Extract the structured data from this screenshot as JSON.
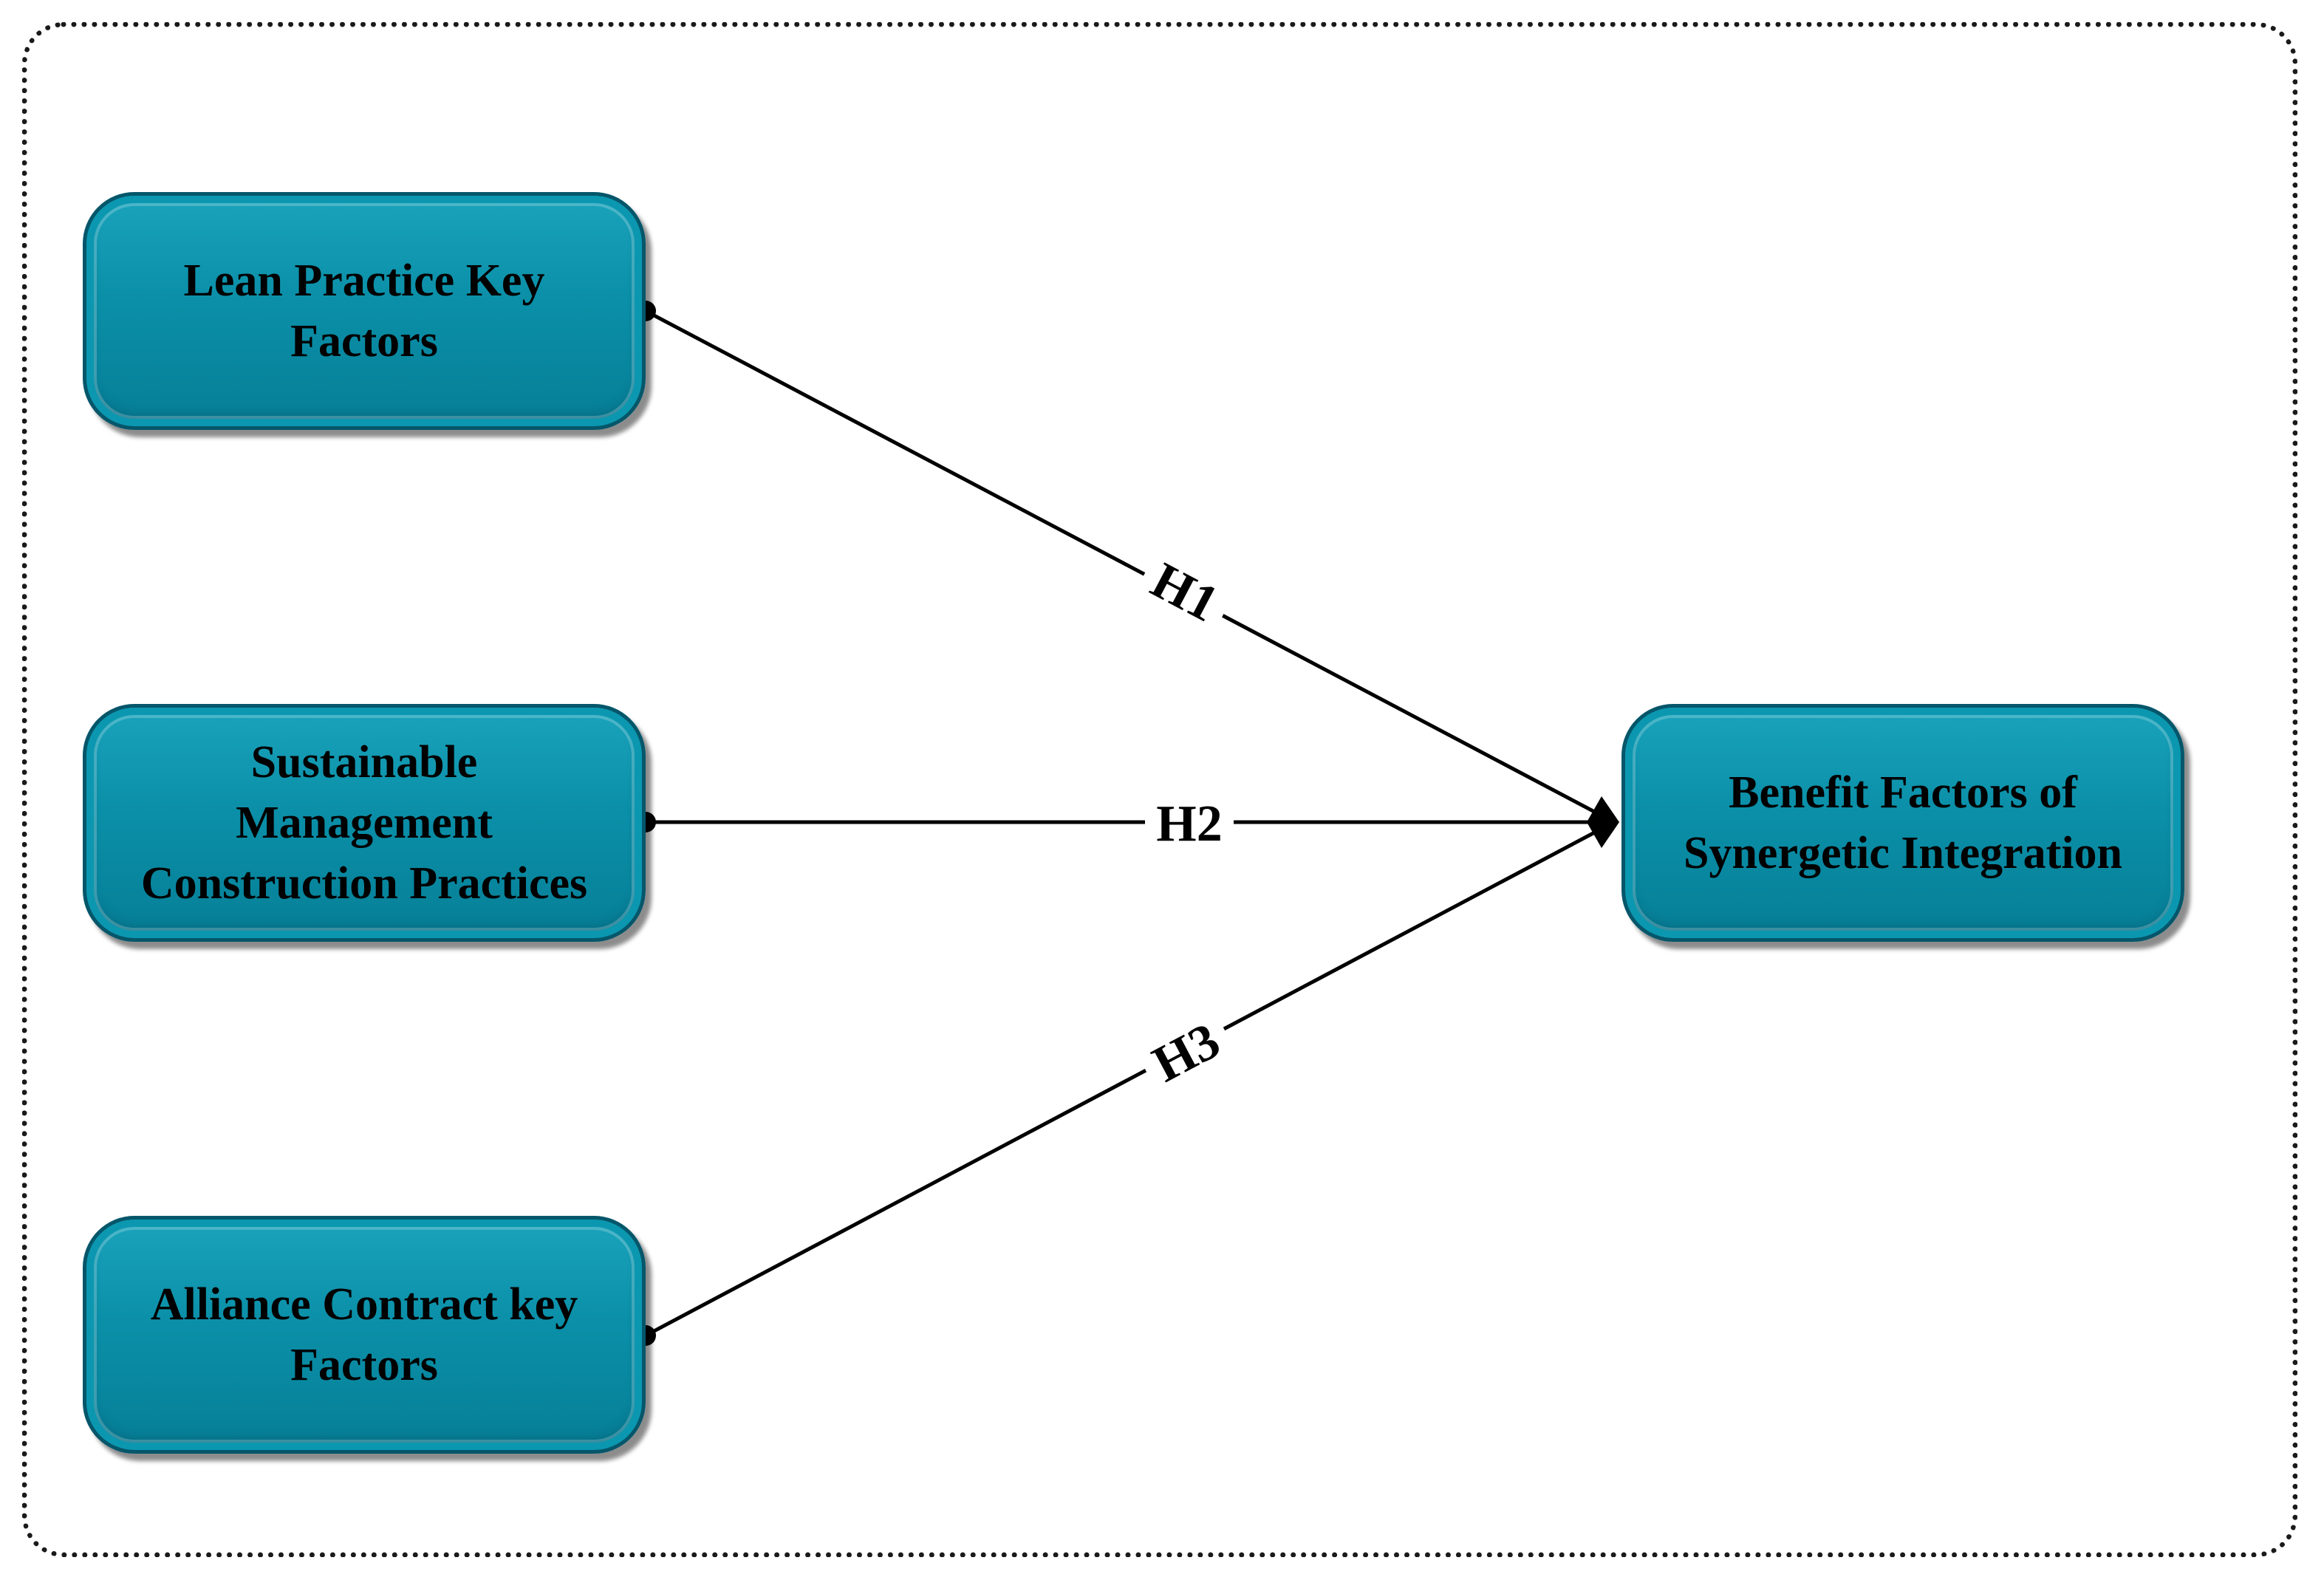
{
  "nodes": {
    "lean": {
      "line1": "Lean Practice Key",
      "line2": "Factors"
    },
    "smcp": {
      "line1": "Sustainable",
      "line2": "Management",
      "line3": "Construction Practices"
    },
    "alliance": {
      "line1": "Alliance Contract key",
      "line2": "Factors"
    },
    "benefit": {
      "line1": "Benefit Factors of",
      "line2": "Synergetic Integration"
    }
  },
  "edges": {
    "h1": {
      "label": "H1",
      "from": "Lean Practice Key Factors",
      "to": "Benefit Factors of Synergetic Integration"
    },
    "h2": {
      "label": "H2",
      "from": "Sustainable Management Construction Practices",
      "to": "Benefit Factors of Synergetic Integration"
    },
    "h3": {
      "label": "H3",
      "from": "Alliance Contract key Factors",
      "to": "Benefit Factors of Synergetic Integration"
    }
  },
  "colors": {
    "box_fill": "#0b8fa8",
    "box_border": "#05566a",
    "line": "#000000",
    "frame": "#1a1a1a"
  }
}
